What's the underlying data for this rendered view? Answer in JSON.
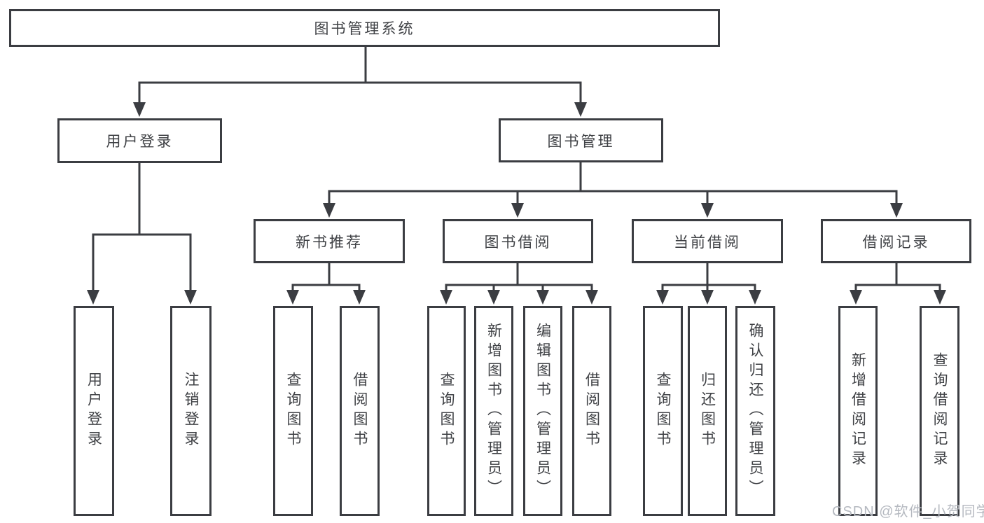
{
  "diagram": {
    "root": "图书管理系统",
    "branches": [
      {
        "label": "用户登录",
        "children": [
          "用户登录",
          "注销登录"
        ]
      },
      {
        "label": "图书管理",
        "children": [
          {
            "label": "新书推荐",
            "children": [
              "查询图书",
              "借阅图书"
            ]
          },
          {
            "label": "图书借阅",
            "children": [
              "查询图书",
              "新增图书（管理员）",
              "编辑图书（管理员）",
              "借阅图书"
            ]
          },
          {
            "label": "当前借阅",
            "children": [
              "查询图书",
              "归还图书",
              "确认归还（管理员）"
            ]
          },
          {
            "label": "借阅记录",
            "children": [
              "新增借阅记录",
              "查询借阅记录"
            ]
          }
        ]
      }
    ]
  },
  "watermark": "CSDN @软件_小贺同学",
  "colors": {
    "line": "#3b3d42",
    "box_border": "#3b3d42",
    "box_fill": "#ffffff",
    "text": "#3f4145",
    "watermark": "#b5b9c0",
    "background": "#ffffff"
  }
}
